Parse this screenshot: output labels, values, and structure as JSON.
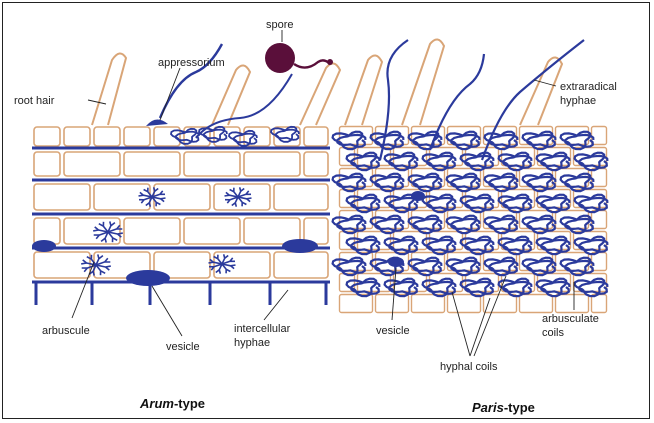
{
  "labels": {
    "spore": "spore",
    "appressorium": "appressorium",
    "root_hair": "root hair",
    "extraradical_line1": "extraradical",
    "extraradical_line2": "hyphae",
    "arbuscule": "arbuscule",
    "vesicle_left": "vesicle",
    "intercellular_line1": "intercellular",
    "intercellular_line2": "hyphae",
    "vesicle_right": "vesicle",
    "hyphal_coils": "hyphal coils",
    "arbusculate_line1": "arbusculate",
    "arbusculate_line2": "coils"
  },
  "captions": {
    "left_name": "Arum",
    "left_suffix": "-type",
    "right_name": "Paris",
    "right_suffix": "-type"
  },
  "colors": {
    "fungus": "#2b3a9c",
    "cell_wall": "#d9a577",
    "spore": "#5a0f3a",
    "label": "#222222"
  }
}
